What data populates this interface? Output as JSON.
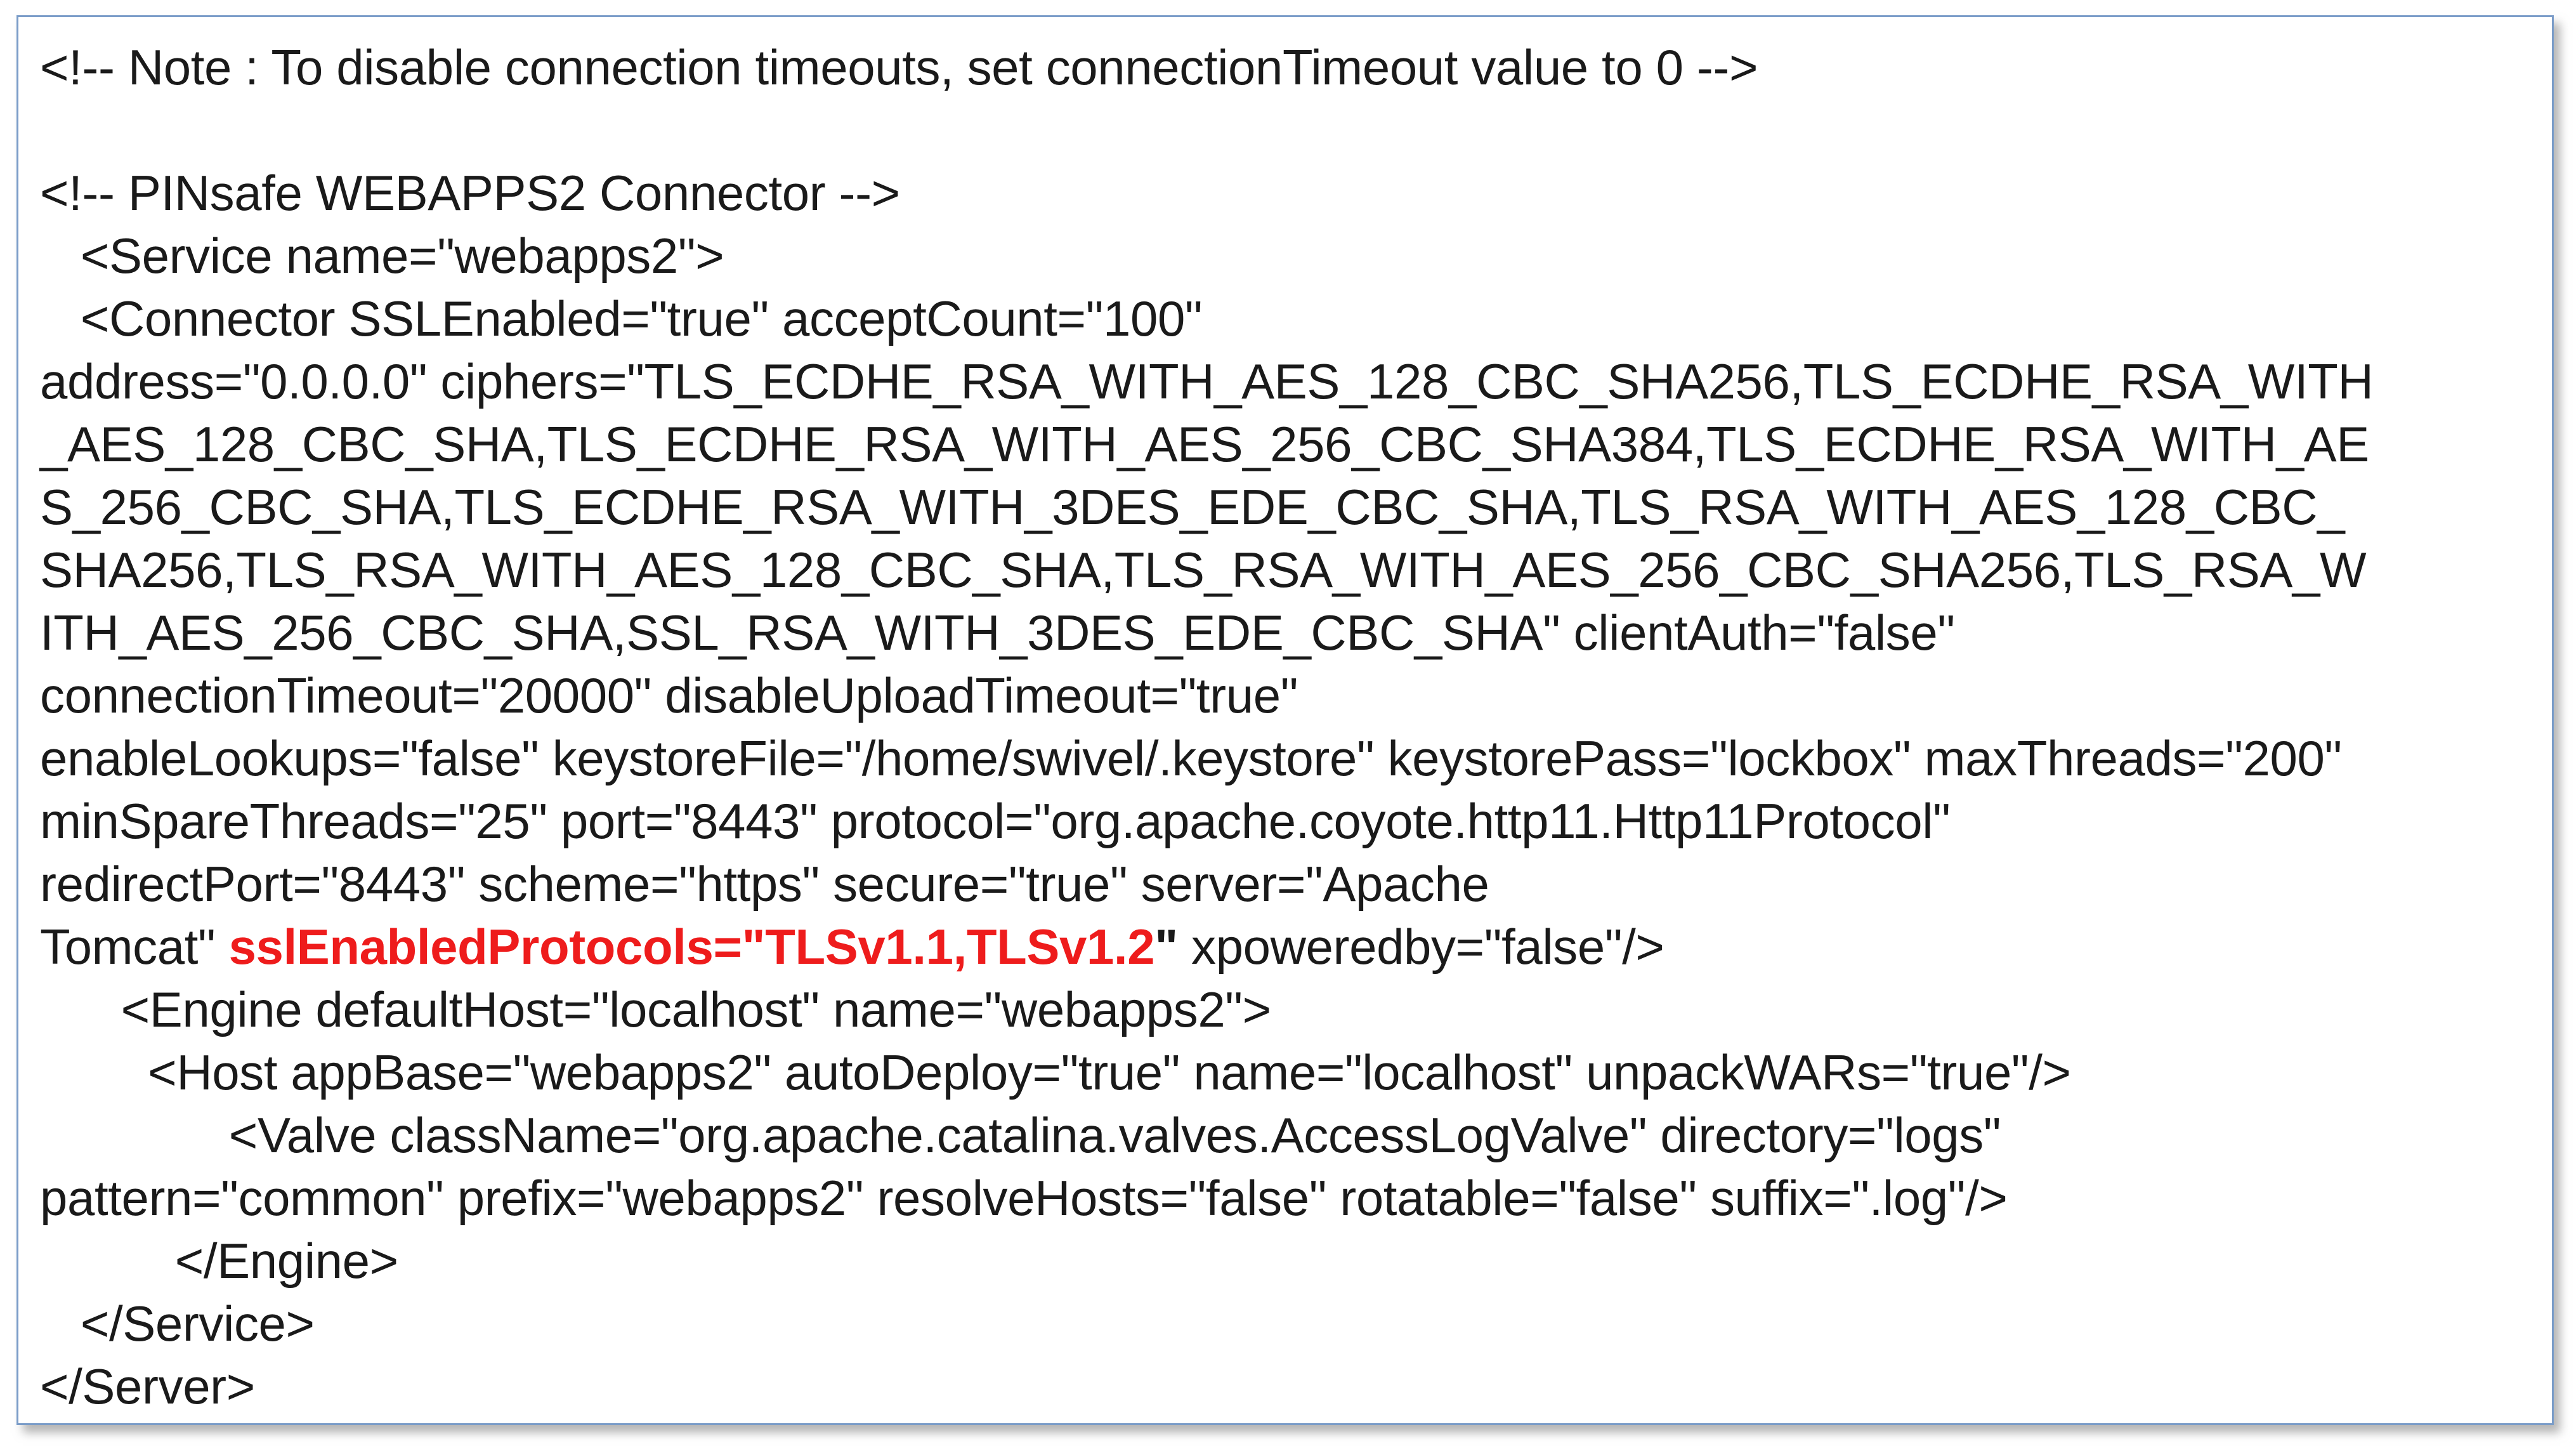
{
  "lines": [
    {
      "text": "<!-- Note : To disable connection timeouts, set connectionTimeout value to 0 -->"
    },
    {
      "text": ""
    },
    {
      "text": "<!-- PINsafe WEBAPPS2 Connector -->"
    },
    {
      "text": "   <Service name=\"webapps2\">"
    },
    {
      "text": "   <Connector SSLEnabled=\"true\" acceptCount=\"100\""
    },
    {
      "text": "address=\"0.0.0.0\" ciphers=\"TLS_ECDHE_RSA_WITH_AES_128_CBC_SHA256,TLS_ECDHE_RSA_WITH"
    },
    {
      "text": "_AES_128_CBC_SHA,TLS_ECDHE_RSA_WITH_AES_256_CBC_SHA384,TLS_ECDHE_RSA_WITH_AE"
    },
    {
      "text": "S_256_CBC_SHA,TLS_ECDHE_RSA_WITH_3DES_EDE_CBC_SHA,TLS_RSA_WITH_AES_128_CBC_"
    },
    {
      "text": "SHA256,TLS_RSA_WITH_AES_128_CBC_SHA,TLS_RSA_WITH_AES_256_CBC_SHA256,TLS_RSA_W"
    },
    {
      "text": "ITH_AES_256_CBC_SHA,SSL_RSA_WITH_3DES_EDE_CBC_SHA\" clientAuth=\"false\""
    },
    {
      "text": "connectionTimeout=\"20000\" disableUploadTimeout=\"true\""
    },
    {
      "text": "enableLookups=\"false\" keystoreFile=\"/home/swivel/.keystore\" keystorePass=\"lockbox\" maxThreads=\"200\""
    },
    {
      "text": "minSpareThreads=\"25\" port=\"8443\" protocol=\"org.apache.coyote.http11.Http11Protocol\""
    },
    {
      "text": "redirectPort=\"8443\" scheme=\"https\" secure=\"true\" server=\"Apache"
    },
    {
      "text": "Tomcat\" ",
      "highlight": "sslEnabledProtocols=\"TLSv1.1,TLSv1.2",
      "highlight_end": "\"",
      "after": " xpoweredby=\"false\"/>"
    },
    {
      "text": "      <Engine defaultHost=\"localhost\" name=\"webapps2\">"
    },
    {
      "text": "        <Host appBase=\"webapps2\" autoDeploy=\"true\" name=\"localhost\" unpackWARs=\"true\"/>"
    },
    {
      "text": "              <Valve className=\"org.apache.catalina.valves.AccessLogValve\" directory=\"logs\""
    },
    {
      "text": "pattern=\"common\" prefix=\"webapps2\" resolveHosts=\"false\" rotatable=\"false\" suffix=\".log\"/>"
    },
    {
      "text": "          </Engine>"
    },
    {
      "text": "   </Service>"
    },
    {
      "text": "</Server>"
    }
  ],
  "colors": {
    "highlight": "#ee1c1c",
    "border": "#7a9cc8",
    "text": "#1a1a1a"
  }
}
